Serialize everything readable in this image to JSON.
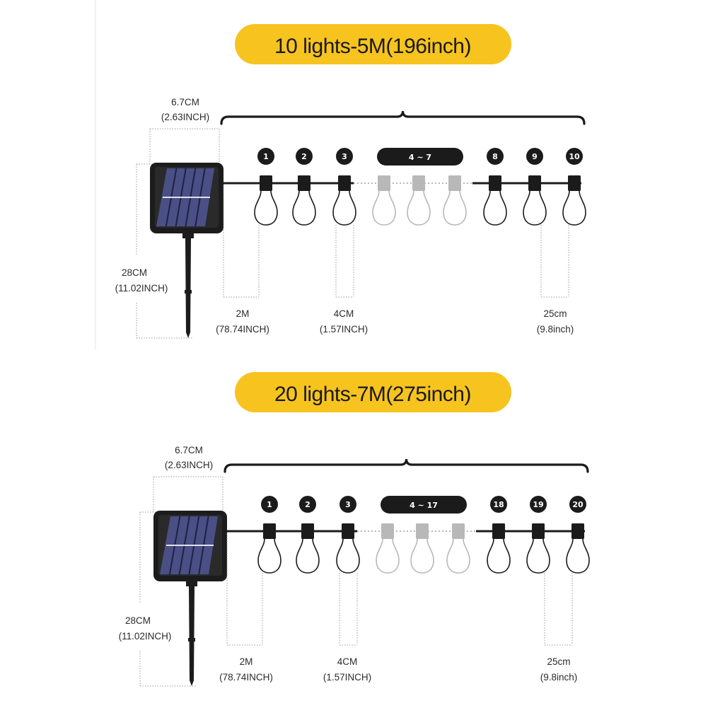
{
  "colors": {
    "accent": "#f7c31f",
    "ink": "#1b1b1b",
    "faded": "#b8b8b8",
    "panel": "#4a4f86"
  },
  "diagrams": [
    {
      "title": "10 lights-5M(196inch)",
      "panel_width": "6.7CM",
      "panel_width_in": "(2.63INCH)",
      "stake_height": "28CM",
      "stake_height_in": "(11.02INCH)",
      "lead_length": "2M",
      "lead_length_in": "(78.74INCH)",
      "bulb_size": "4CM",
      "bulb_size_in": "(1.57INCH)",
      "spacing": "25cm",
      "spacing_in": "(9.8inch)",
      "left_numbers": [
        "1",
        "2",
        "3"
      ],
      "middle_range": "4 ~ 7",
      "right_numbers": [
        "8",
        "9",
        "10"
      ]
    },
    {
      "title": "20 lights-7M(275inch)",
      "panel_width": "6.7CM",
      "panel_width_in": "(2.63INCH)",
      "stake_height": "28CM",
      "stake_height_in": "(11.02INCH)",
      "lead_length": "2M",
      "lead_length_in": "(78.74INCH)",
      "bulb_size": "4CM",
      "bulb_size_in": "(1.57INCH)",
      "spacing": "25cm",
      "spacing_in": "(9.8inch)",
      "left_numbers": [
        "1",
        "2",
        "3"
      ],
      "middle_range": "4 ~ 17",
      "right_numbers": [
        "18",
        "19",
        "20"
      ]
    }
  ]
}
